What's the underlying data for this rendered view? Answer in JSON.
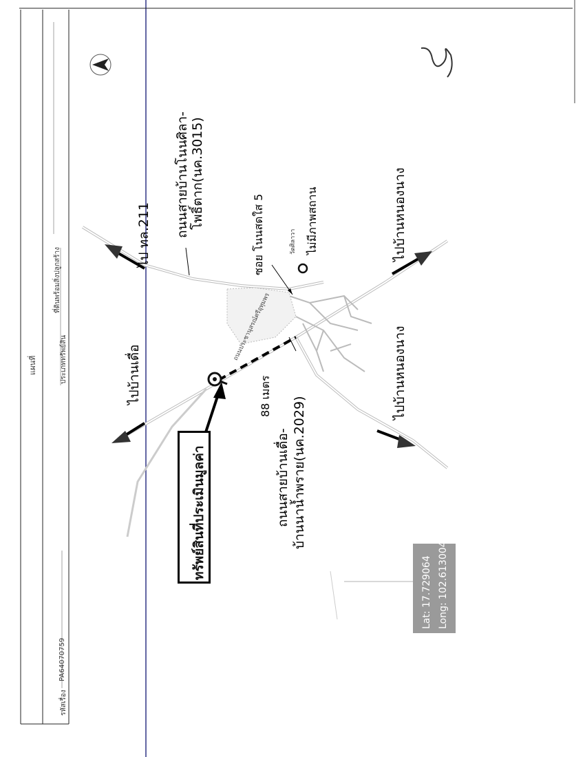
{
  "header": {
    "title": "แผนที่",
    "ref_label": "รหัสเรื่อง",
    "ref_value": "PA64070759",
    "type_label": "ประเภททรัพย์สิน",
    "type_value": "ที่ดินพร้อมสิ่งปลูกสร้าง"
  },
  "map": {
    "labels": {
      "to_ban_duea": "ไปบ้านเดื่อ",
      "to_hwy_211": "ไป ทล.211",
      "road_3015": "ถนนสายบ้านโนนศิลา-",
      "road_3015_line2": "โพธิ์ตาก(นค.3015)",
      "soi": "ซอย โนนสดใส 5",
      "temple_small": "วัดศิลาวา",
      "landmark": "ไม่มีภาพสถาน",
      "to_ban_nong_nang_right": "ไปบ้านหนองนาง",
      "to_ban_nong_nang_left": "ไปบ้านหนองนาง",
      "distance": "88 เมตร",
      "road_2029": "ถนนสายบ้านเดื่อ-",
      "road_2029_line2": "บ้านนาน้ำพราย(นค.2029)",
      "small_road": "ถนนประชานุสรณ์ศรีอุทุมพร"
    },
    "subject_label": "ทรัพย์สินที่ประเมินมูลค่า",
    "coords": {
      "lat": "Lat: 17.729064",
      "long": "Long: 102.613004"
    },
    "icons": {
      "north": "north-arrow-icon",
      "subject": "location-pin-icon",
      "landmark": "landmark-circle-icon"
    }
  }
}
